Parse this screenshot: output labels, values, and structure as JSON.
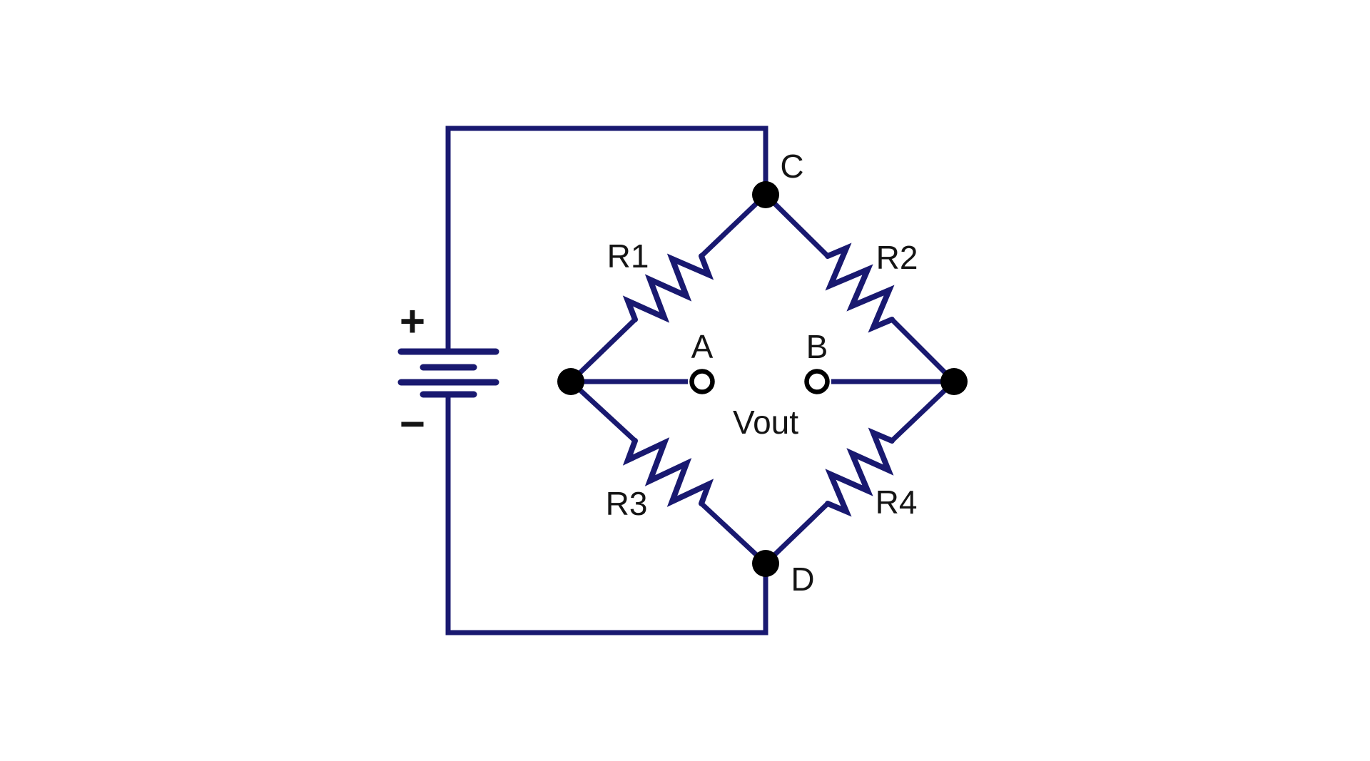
{
  "colors": {
    "wire": "#191970",
    "text": "#141414",
    "node_fill": "#000000",
    "terminal_ring": "#000000",
    "background": "#ffffff"
  },
  "battery": {
    "positive_label": "+",
    "negative_label": "−"
  },
  "nodes": {
    "top": {
      "label": "C"
    },
    "bottom": {
      "label": "D"
    }
  },
  "terminals": {
    "a": {
      "label": "A"
    },
    "b": {
      "label": "B"
    }
  },
  "resistors": {
    "r1": {
      "label": "R1"
    },
    "r2": {
      "label": "R2"
    },
    "r3": {
      "label": "R3"
    },
    "r4": {
      "label": "R4"
    }
  },
  "output": {
    "label": "Vout"
  },
  "connections": [
    "battery + to node C via top wire",
    "battery − to node D via bottom wire",
    "R1 between left node and C",
    "R2 between C and right node",
    "R3 between left node and D",
    "R4 between D and right node",
    "terminal A from left node, terminal B to right node, Vout across A-B"
  ]
}
